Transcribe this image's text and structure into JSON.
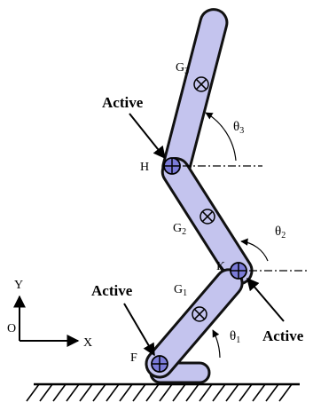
{
  "labels": {
    "g3": "G",
    "g3_sub": "3",
    "g2": "G",
    "g2_sub": "2",
    "g1": "G",
    "g1_sub": "1",
    "theta3": "θ",
    "theta3_sub": "3",
    "theta2": "θ",
    "theta2_sub": "2",
    "theta1": "θ",
    "theta1_sub": "1",
    "joint_h": "H",
    "joint_k": "K",
    "joint_f": "F",
    "active_hip": "Active",
    "active_knee": "Active",
    "active_ankle": "Active",
    "axis_y": "Y",
    "axis_x": "X",
    "axis_origin": "O"
  },
  "colors": {
    "link_fill": "#c4c4ee",
    "outline": "#111111"
  }
}
